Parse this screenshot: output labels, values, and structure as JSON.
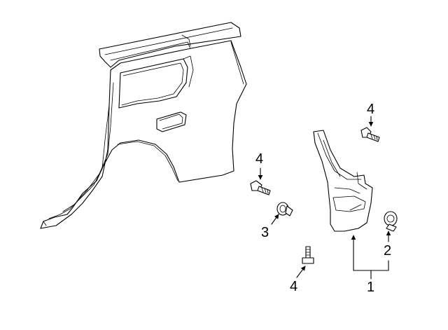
{
  "callouts": {
    "c1": "1",
    "c2": "2",
    "c3": "3",
    "c4a": "4",
    "c4b": "4",
    "c4c": "4"
  },
  "colors": {
    "stroke": "#000000",
    "background": "#ffffff"
  }
}
